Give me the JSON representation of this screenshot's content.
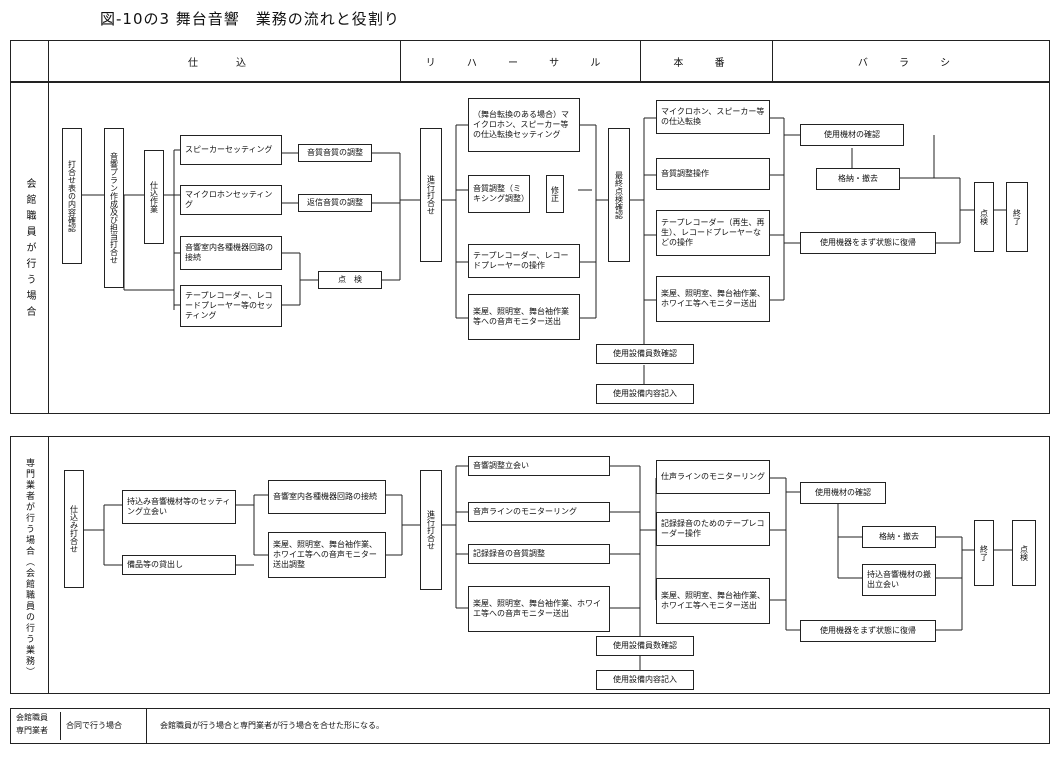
{
  "title": "図-10の3 舞台音響　業務の流れと役割り",
  "header": [
    "仕　込",
    "リ ハ ー サ ル",
    "本 番",
    "バ ラ シ"
  ],
  "row1": {
    "label": "会館職員が行う場合",
    "n1": "打合せ表の内容確認",
    "n2": "音響プラン作成及び担当打合せ",
    "n3": "仕込作業",
    "n4": "スピーカーセッティング",
    "n5": "マイクロホンセッティング",
    "n6": "音響室内各種機器回路の接続",
    "n7": "テープレコーダー、レコードプレーヤー等のセッティング",
    "n8": "音質音質の調整",
    "n9": "返信音質の調整",
    "n10": "点　検",
    "n11": "進行打合せ",
    "n12": "（舞台転換のある場合）マイクロホン、スピーカー等の仕込転換セッティング",
    "n13": "音質調整（ミキシング調整）",
    "n14": "修正",
    "n15": "テープレコーダー、レコードプレーヤーの操作",
    "n16": "楽屋、照明室、舞台袖作業等への音声モニター送出",
    "n17": "最終点検確認",
    "n18": "マイクロホン、スピーカー等の仕込転換",
    "n19": "音質調整操作",
    "n20": "テープレコーダー（再生、再生）、レコードプレーヤーなどの操作",
    "n21": "楽屋、照明室、舞台袖作業、ホワイエ等へモニター送出",
    "n22": "使用設備員数確認",
    "n23": "使用設備内容記入",
    "n24": "使用機材の確認",
    "n25": "格納・撤去",
    "n26": "使用機器をまず状態に復帰",
    "n27": "点検",
    "n28": "終了"
  },
  "row2": {
    "label": "専門業者が行う場合（会館職員の行う業務）",
    "m1": "仕込み打合せ",
    "m2": "持込み音響機材等のセッティング立会い",
    "m3": "備品等の貸出し",
    "m4": "音響室内各種機器回路の接続",
    "m5": "楽屋、照明室、舞台袖作業、ホワイエ等への音声モニター送出調整",
    "m6": "進行打合せ",
    "m7": "音響調整立会い",
    "m8": "音声ラインのモニターリング",
    "m9": "記録録音の音質調整",
    "m10": "楽屋、照明室、舞台袖作業、ホワイエ等への音声モニター送出",
    "m11": "仕声ラインのモニターリング",
    "m12": "記録録音のためのテープレコーダー操作",
    "m13": "楽屋、照明室、舞台袖作業、ホワイエ等へモニター送出",
    "m14": "使用設備員数確認",
    "m15": "使用設備内容記入",
    "m16": "使用機材の確認",
    "m17": "格納・撤去",
    "m18": "持込音響機材の搬出立会い",
    "m19": "使用機器をまず状態に復帰",
    "m20": "終了",
    "m21": "点検"
  },
  "legend": {
    "label1": "会館職員",
    "label2": "専門業者",
    "mid": "合同で行う場合",
    "text": "会館職員が行う場合と専門業者が行う場合を合せた形になる。"
  }
}
